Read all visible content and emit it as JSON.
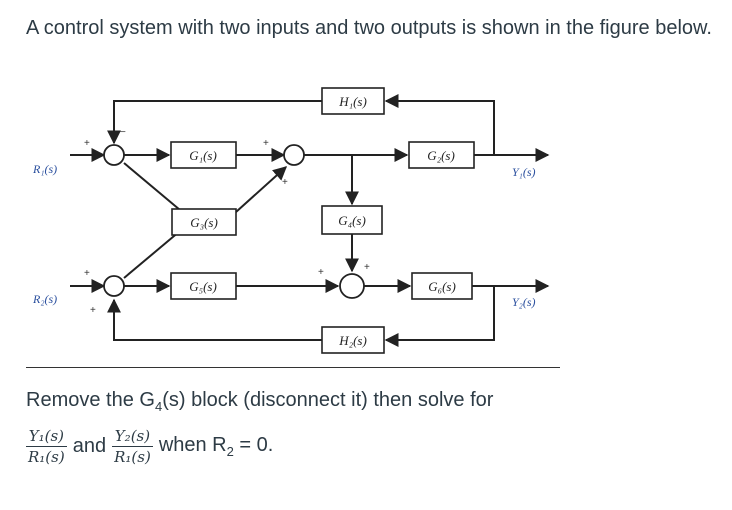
{
  "intro": "A control system with two inputs and two outputs is shown in the figure below.",
  "diagram": {
    "blocks": {
      "h1": "H₁(s)",
      "g1": "G₁(s)",
      "g2": "G₂(s)",
      "g3": "G₃(s)",
      "g4": "G₄(s)",
      "g5": "G₅(s)",
      "g6": "G₆(s)",
      "h2": "H₂(s)"
    },
    "signals": {
      "r1": "R₁(s)",
      "r2": "R₂(s)",
      "y1": "Y₁(s)",
      "y2": "Y₂(s)"
    },
    "signs": {
      "plus": "+",
      "minus": "−"
    }
  },
  "task": {
    "line1_pre": "Remove the G",
    "line1_sub": "4",
    "line1_post": "(s) block (disconnect it) then solve for",
    "frac1_num": "Y₁(s)",
    "frac1_den": "R₁(s)",
    "and": "and",
    "frac2_num": "Y₂(s)",
    "frac2_den": "R₁(s)",
    "when_pre": "when R",
    "when_sub": "2",
    "when_post": " = 0."
  },
  "colors": {
    "text": "#2d3b45",
    "signal_label": "#2a4f9e",
    "line": "#222222"
  }
}
